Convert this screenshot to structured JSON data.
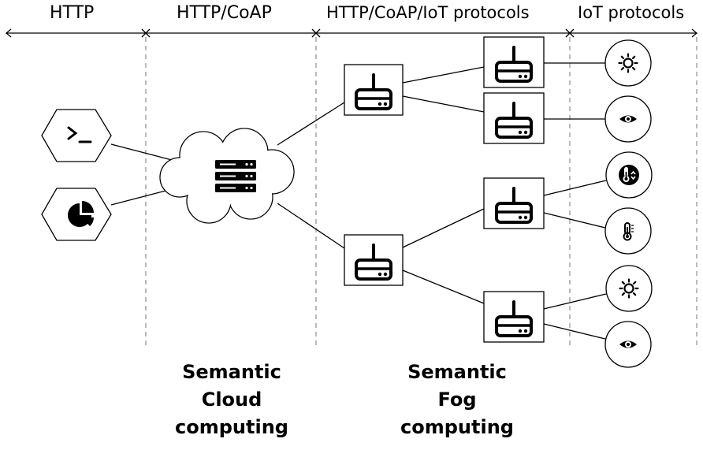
{
  "protocol_zones": [
    {
      "label": "HTTP"
    },
    {
      "label": "HTTP/CoAP"
    },
    {
      "label": "HTTP/CoAP/IoT protocols"
    },
    {
      "label": "IoT protocols"
    }
  ],
  "captions": {
    "cloud": [
      "Semantic",
      "Cloud",
      "computing"
    ],
    "fog": [
      "Semantic",
      "Fog",
      "computing"
    ]
  },
  "clients": [
    {
      "icon": "terminal-icon"
    },
    {
      "icon": "pie-chart-icon"
    }
  ],
  "cloud": {
    "icon": "server-rack-icon"
  },
  "gateways": {
    "icon": "router-icon"
  },
  "sensors": [
    {
      "icon": "sun-icon"
    },
    {
      "icon": "eye-icon"
    },
    {
      "icon": "thermometer-badge-icon"
    },
    {
      "icon": "thermometer-icon"
    },
    {
      "icon": "sun-icon"
    },
    {
      "icon": "eye-icon"
    }
  ]
}
